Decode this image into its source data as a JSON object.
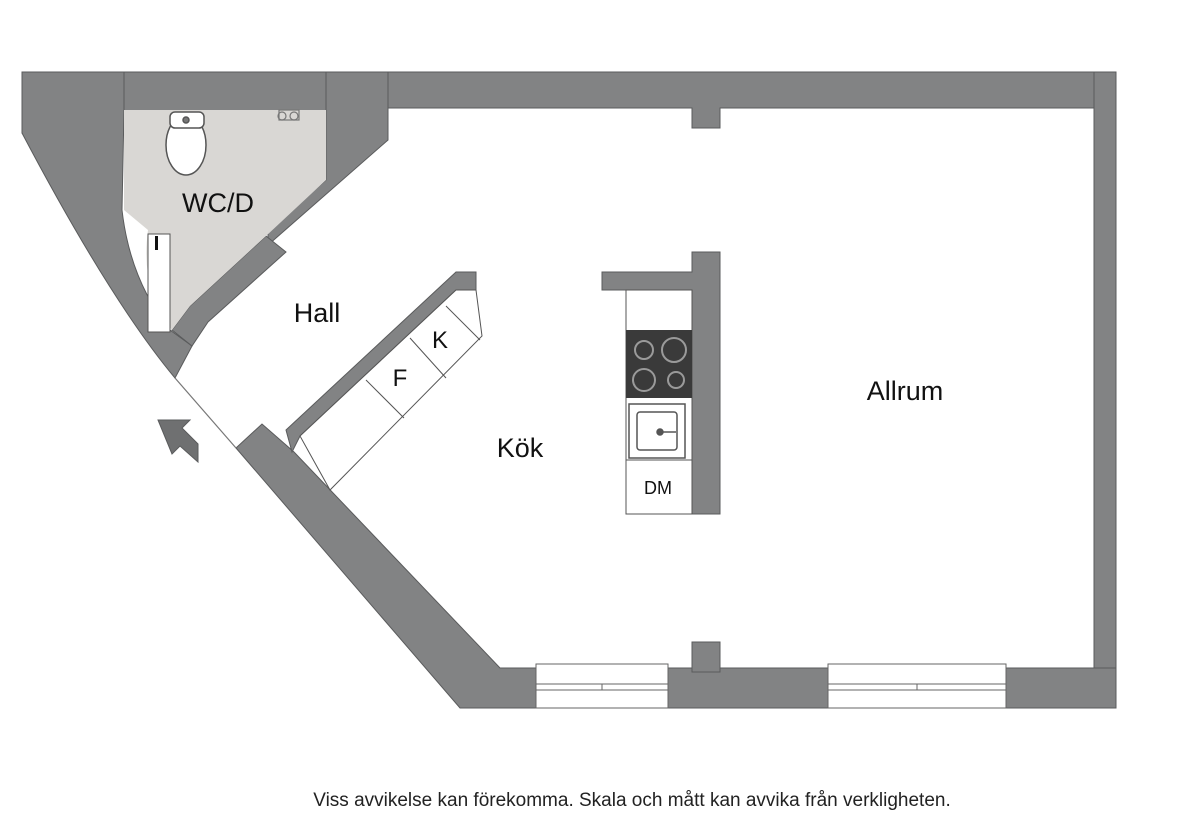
{
  "rooms": {
    "wc": "WC/D",
    "hall": "Hall",
    "kok": "Kök",
    "allrum": "Allrum"
  },
  "fixtures": {
    "freezer": "F",
    "fridge": "K",
    "dishwasher": "DM"
  },
  "disclaimer": "Viss avvikelse kan förekomma. Skala och mått kan avvika från verkligheten.",
  "colors": {
    "wall": "#828384",
    "wall_stroke": "#5a5b5c",
    "wc_floor": "#d9d7d4",
    "hob": "#3a3a3a"
  }
}
